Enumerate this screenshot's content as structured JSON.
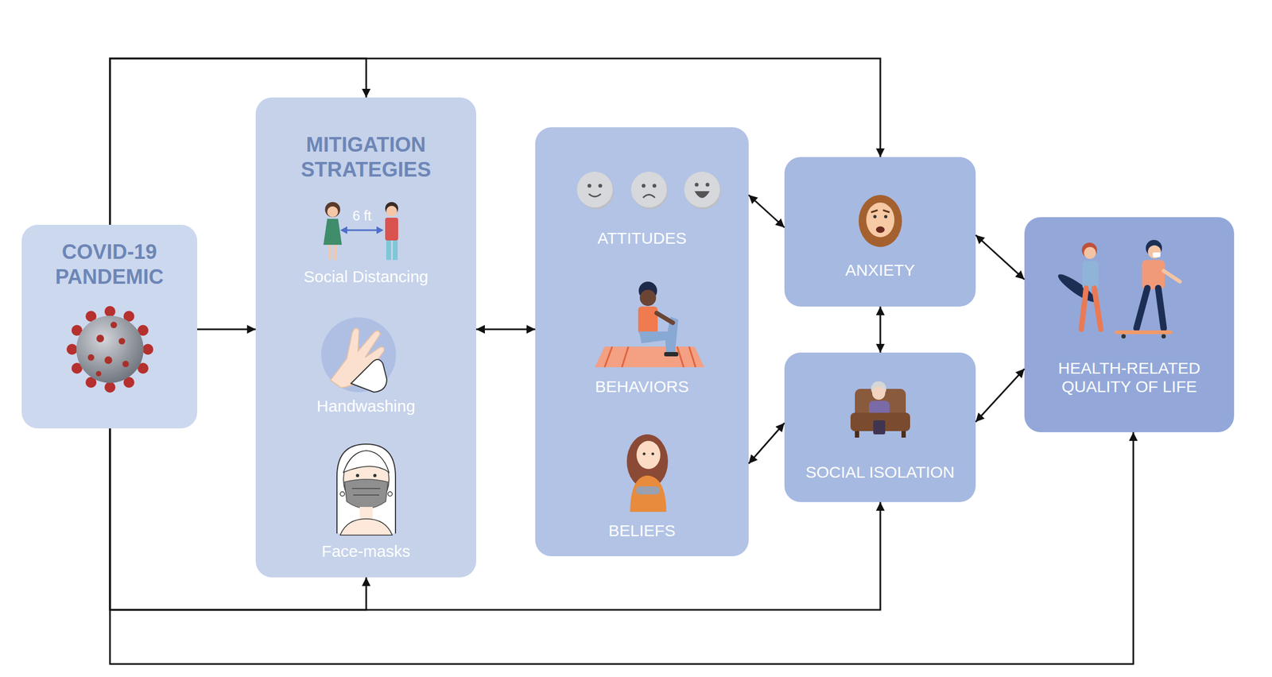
{
  "diagram": {
    "nodes": [
      {
        "text": [
          "COVID-19 PANDEMIC"
        ]
      },
      {
        "text": [
          "MITIGATION STRATEGIES",
          "Social Distancing",
          "Handwashing",
          "Face-masks"
        ]
      },
      {
        "text": [
          "ATTITUDES",
          "BEHAVIORS",
          "BELIEFS"
        ]
      },
      {
        "text": [
          "ANXIETY"
        ]
      },
      {
        "text": [
          "SOCIAL ISOLATION"
        ]
      },
      {
        "text": [
          "HEALTH-RELATED QUALITY OF LIFE"
        ]
      }
    ],
    "edges": [
      {
        "from": 0,
        "to": 1,
        "arrow": "to"
      },
      {
        "from": 0,
        "to": 1,
        "arrow": "to"
      },
      {
        "from": 0,
        "to": 3,
        "arrow": "to"
      },
      {
        "from": 0,
        "to": 1,
        "arrow": "to"
      },
      {
        "from": 0,
        "to": 4,
        "arrow": "to"
      },
      {
        "from": 0,
        "to": 5,
        "arrow": "to"
      },
      {
        "from": 1,
        "to": 2,
        "arrow": "both"
      },
      {
        "from": 2,
        "to": 3,
        "arrow": "both"
      },
      {
        "from": 2,
        "to": 4,
        "arrow": "both"
      },
      {
        "from": 3,
        "to": 4,
        "arrow": "both"
      },
      {
        "from": 3,
        "to": 5,
        "arrow": "both"
      },
      {
        "from": 4,
        "to": 5,
        "arrow": "both"
      }
    ],
    "labels": [
      "6 ft"
    ]
  }
}
